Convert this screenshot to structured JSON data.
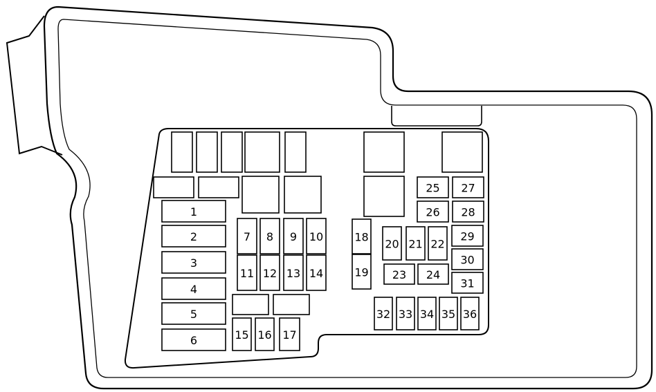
{
  "fuse_labels": [
    "1",
    "2",
    "3",
    "4",
    "5",
    "6",
    "7",
    "8",
    "9",
    "10",
    "11",
    "12",
    "13",
    "14",
    "15",
    "16",
    "17",
    "18",
    "19",
    "20",
    "21",
    "22",
    "23",
    "24",
    "25",
    "26",
    "27",
    "28",
    "29",
    "30",
    "31",
    "32",
    "33",
    "34",
    "35",
    "36"
  ]
}
